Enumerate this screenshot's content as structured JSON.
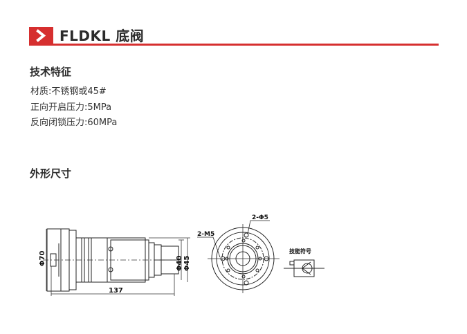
{
  "header": {
    "title": "FLDKL 底阀",
    "accent_color": "#d62f2f"
  },
  "specs": {
    "title": "技术特征",
    "items": [
      "材质:不锈钢或45#",
      "正向开启压力:5MPa",
      "反向闭锁压力:60MPa"
    ]
  },
  "dimensions": {
    "title": "外形尺寸",
    "side_view": {
      "dia_flange": "Φ70",
      "dia_body1": "Φ40",
      "dia_body2": "Φ45",
      "length": "137"
    },
    "front_view": {
      "holes_thread": "2-M5",
      "holes_plain": "2-Φ5"
    },
    "symbol": {
      "label": "技能符号"
    }
  }
}
